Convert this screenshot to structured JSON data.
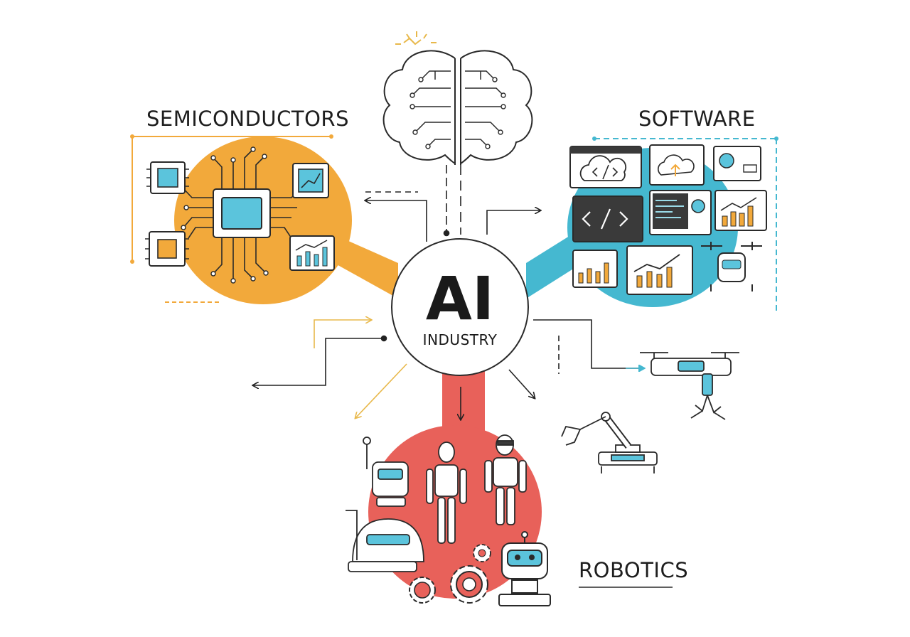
{
  "hub": {
    "title": "AI",
    "subtitle": "INDUSTRY"
  },
  "sectors": {
    "semiconductors": {
      "label": "SEMICONDUCTORS",
      "color": "#F2A93B"
    },
    "software": {
      "label": "SOFTWARE",
      "color": "#45B8D0"
    },
    "robotics": {
      "label": "ROBOTICS",
      "color": "#E8615A"
    }
  },
  "icons": [
    "brain-circuit-icon",
    "microchip-icon",
    "bar-chart-icon",
    "code-window-icon",
    "cloud-icon",
    "drone-icon",
    "robotic-arm-icon",
    "humanoid-robot-icon",
    "gear-icon"
  ]
}
